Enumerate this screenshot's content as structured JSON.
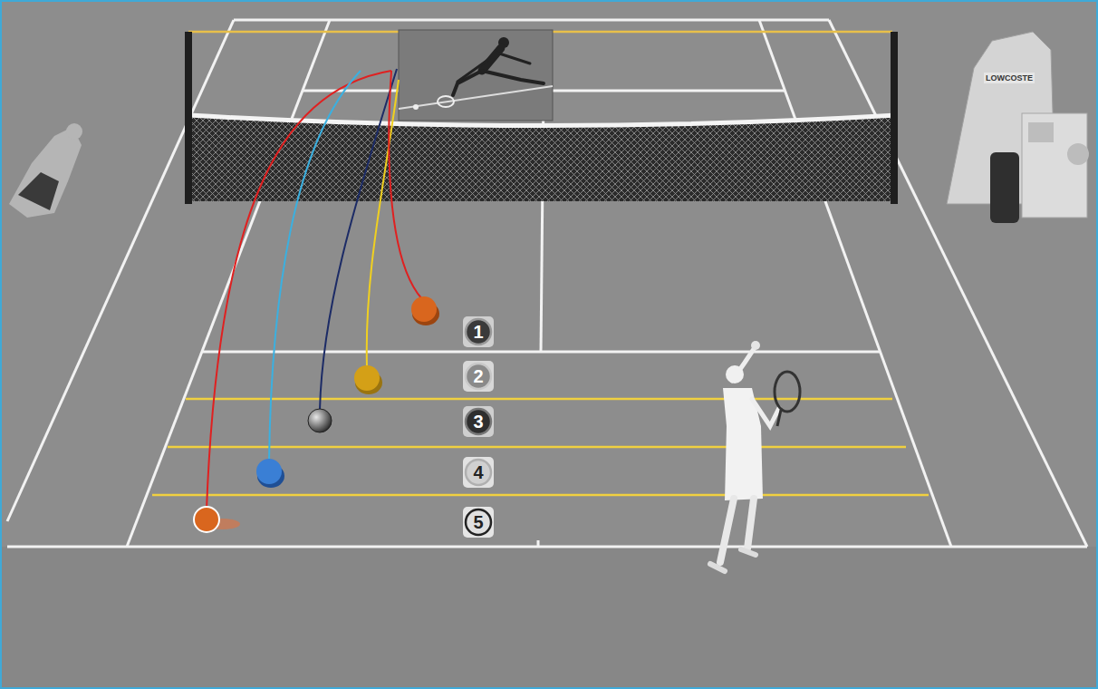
{
  "diagram": {
    "nodes": [
      {
        "text": [
          "1"
        ]
      },
      {
        "text": [
          "2"
        ]
      },
      {
        "text": [
          "3"
        ]
      },
      {
        "text": [
          "4"
        ]
      },
      {
        "text": [
          "5"
        ]
      }
    ],
    "labels": [
      "LOWCOSTE"
    ]
  }
}
